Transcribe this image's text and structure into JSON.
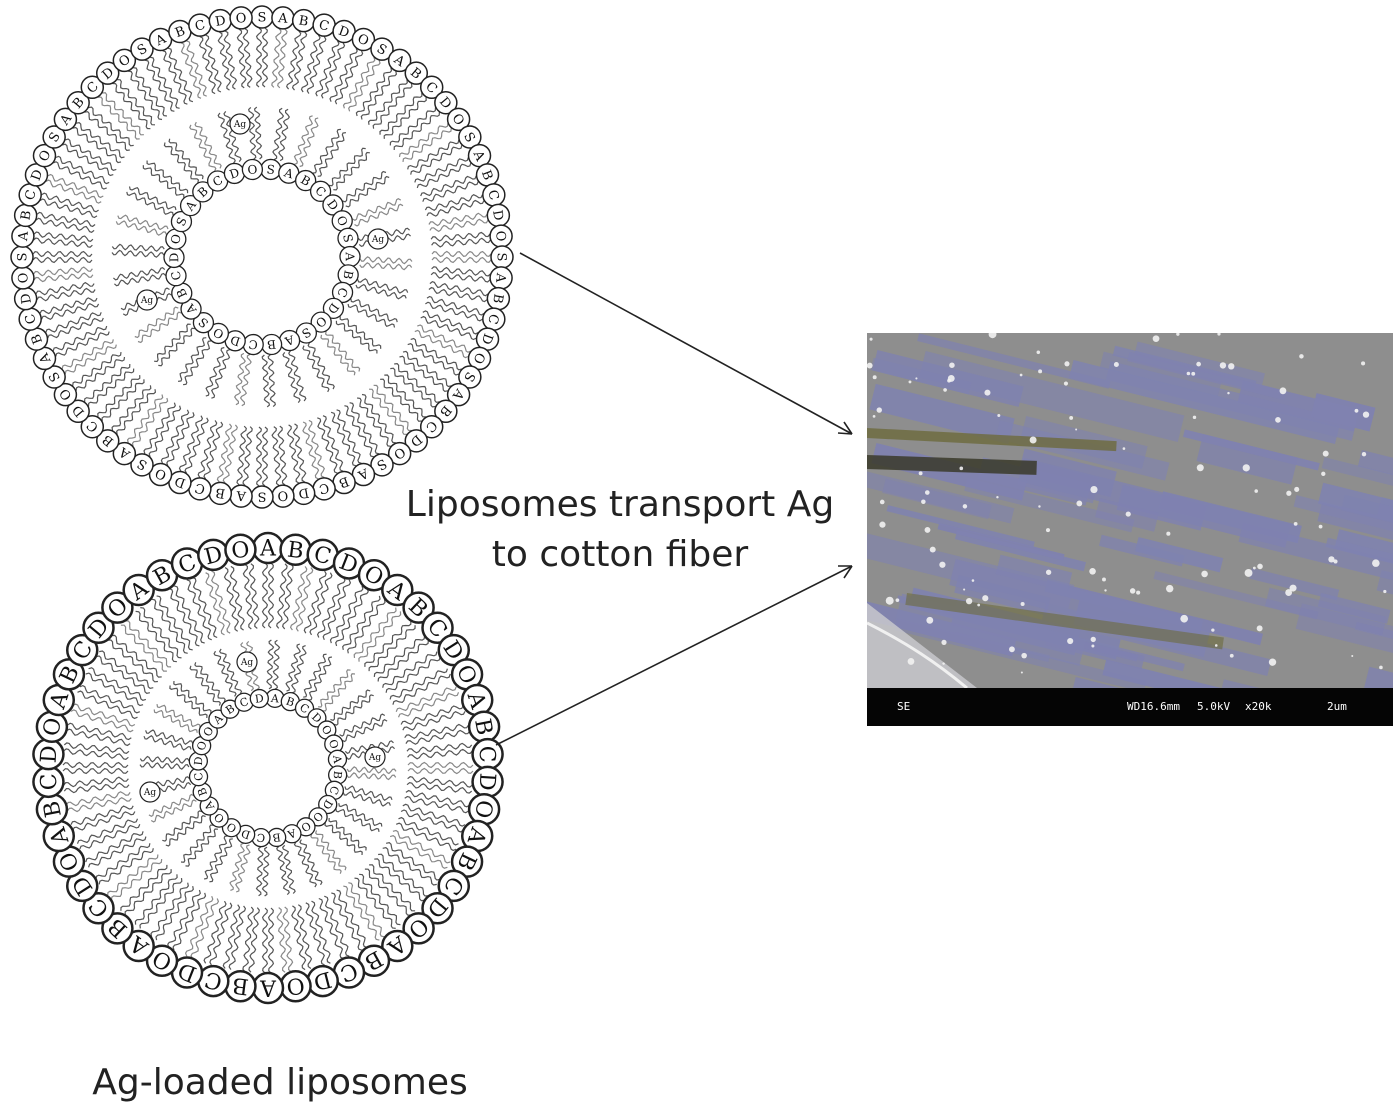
{
  "captions": {
    "transport_line1": "Liposomes transport Ag",
    "transport_line2": "to cotton fiber",
    "ag_loaded": "Ag-loaded liposomes"
  },
  "liposome_top": {
    "outer_sequence": [
      "S",
      "A",
      "B",
      "C",
      "D",
      "O"
    ],
    "inner_sequence": [
      "S",
      "A",
      "B",
      "C",
      "D",
      "O"
    ],
    "cargo_label": "Ag"
  },
  "liposome_bottom": {
    "outer_sequence": [
      "A",
      "B",
      "C",
      "D",
      "O"
    ],
    "inner_sequence": [
      "A",
      "B",
      "C",
      "D",
      "O",
      "O"
    ],
    "cargo_label": "Ag"
  },
  "sem": {
    "detector": "SE",
    "working_distance": "WD16.6mm",
    "voltage": "5.0kV",
    "magnification": "x20k",
    "scale_bar": "2um"
  },
  "colors": {
    "line": "#222222",
    "tail": "#555555",
    "sem_blue": "#7f82b0",
    "sem_gray": "#8e8e8e",
    "sem_olive": "#6d6a3c"
  }
}
